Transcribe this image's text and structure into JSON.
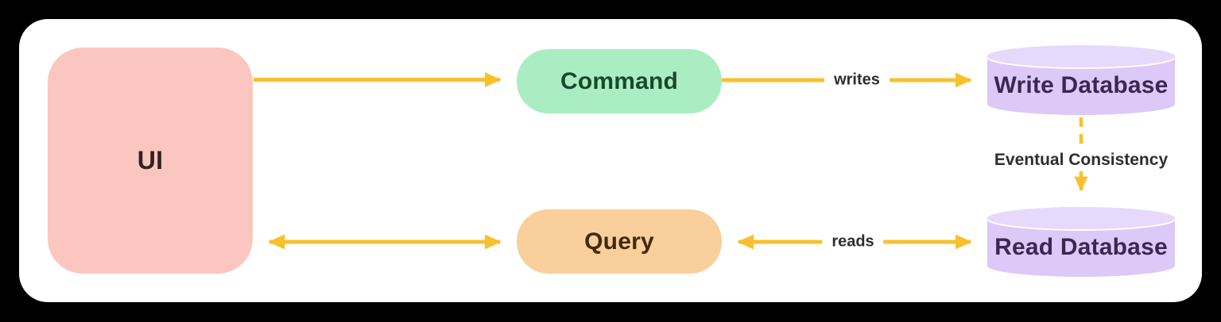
{
  "diagram_type": "CQRS architecture flow",
  "nodes": {
    "ui": {
      "label": "UI",
      "shape": "rounded-rect"
    },
    "command": {
      "label": "Command",
      "shape": "pill"
    },
    "query": {
      "label": "Query",
      "shape": "pill"
    },
    "write_database": {
      "label": "Write Database",
      "shape": "cylinder"
    },
    "read_database": {
      "label": "Read Database",
      "shape": "cylinder"
    }
  },
  "edges": {
    "ui_to_command": {
      "from": "ui",
      "to": "command",
      "direction": "one-way"
    },
    "command_to_write_database": {
      "from": "command",
      "to": "write_database",
      "label": "writes",
      "direction": "one-way"
    },
    "write_database_to_read_database": {
      "from": "write_database",
      "to": "read_database",
      "label": "Eventual Consistency",
      "direction": "one-way",
      "line_style": "dashed"
    },
    "ui_query": {
      "from": "ui",
      "to": "query",
      "direction": "two-way"
    },
    "query_read_database": {
      "from": "query",
      "to": "read_database",
      "label": "reads",
      "direction": "two-way"
    }
  },
  "colors": {
    "background": "#000000",
    "panel": "#FFFFFF",
    "arrow": "#F8C12C",
    "ui_fill": "#FCC6C0",
    "ui_text": "#33211D",
    "command_fill": "#AAEDC3",
    "command_text": "#16492E",
    "query_fill": "#F9CF9B",
    "query_text": "#45290F",
    "database_fill": "#DCC9F7",
    "database_top_fill": "#E6D9FB",
    "database_text": "#39284F",
    "edge_label_text": "#2E2E30"
  }
}
